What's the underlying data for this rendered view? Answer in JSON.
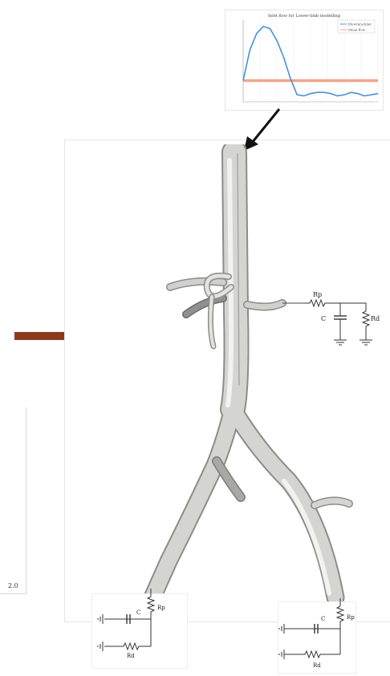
{
  "inset_chart": {
    "title": "Inlet flow for Lower-limb modelling",
    "legend": [
      "Flowrate/Inlet",
      "Mean flow"
    ],
    "colors": {
      "flow": "#4a90d9",
      "mean": "#f2a58c"
    },
    "chart_data": {
      "type": "line",
      "series": [
        {
          "name": "Flowrate/Inlet",
          "x": [
            0.0,
            0.05,
            0.1,
            0.15,
            0.2,
            0.25,
            0.3,
            0.35,
            0.4,
            0.45,
            0.5,
            0.55,
            0.6,
            0.65,
            0.7,
            0.75,
            0.8,
            0.85,
            0.9,
            0.95,
            1.0
          ],
          "y": [
            0.3,
            1.6,
            2.3,
            2.6,
            2.5,
            2.0,
            1.3,
            0.4,
            -0.3,
            -0.35,
            -0.25,
            -0.2,
            -0.2,
            -0.25,
            -0.35,
            -0.3,
            -0.2,
            -0.25,
            -0.35,
            -0.3,
            -0.25
          ]
        },
        {
          "name": "Mean flow",
          "x": [
            0.0,
            1.0
          ],
          "y": [
            0.3,
            0.3
          ]
        }
      ],
      "xlim": [
        0,
        1.0
      ],
      "ylim": [
        -0.6,
        2.8
      ]
    }
  },
  "circuit_top": {
    "rp_label": "Rp",
    "c_label": "C",
    "rd_label": "Rd"
  },
  "circuit_left": {
    "c_label": "C",
    "rp_label": "Rp",
    "rd_label": "Rd"
  },
  "circuit_right": {
    "c_label": "C",
    "rp_label": "Rp",
    "rd_label": "Rd"
  },
  "left_fragment": {
    "tick_label": "2.0"
  },
  "colors": {
    "arrow": "#8b3a1c",
    "vessel": "#d4d4d0",
    "vessel_edge": "#8c8c88"
  }
}
